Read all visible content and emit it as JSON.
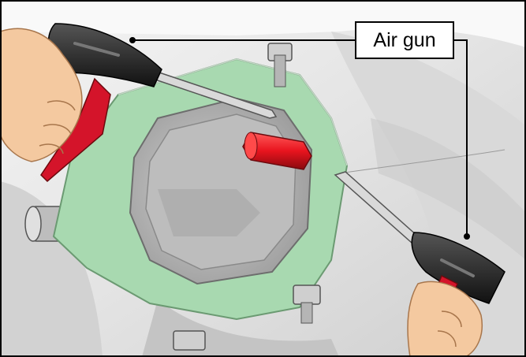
{
  "figure": {
    "callout_label": "Air gun",
    "colors": {
      "gasket": "#a8d9b0",
      "plug": "#e8141e",
      "gun_trigger": "#d4142a",
      "skin": "#f4c9a0",
      "background": "#e6e6e6",
      "frame": "#000000"
    },
    "icons": [
      "air-gun-left",
      "air-gun-right",
      "red-plug",
      "gasket-flange",
      "bolt"
    ]
  }
}
